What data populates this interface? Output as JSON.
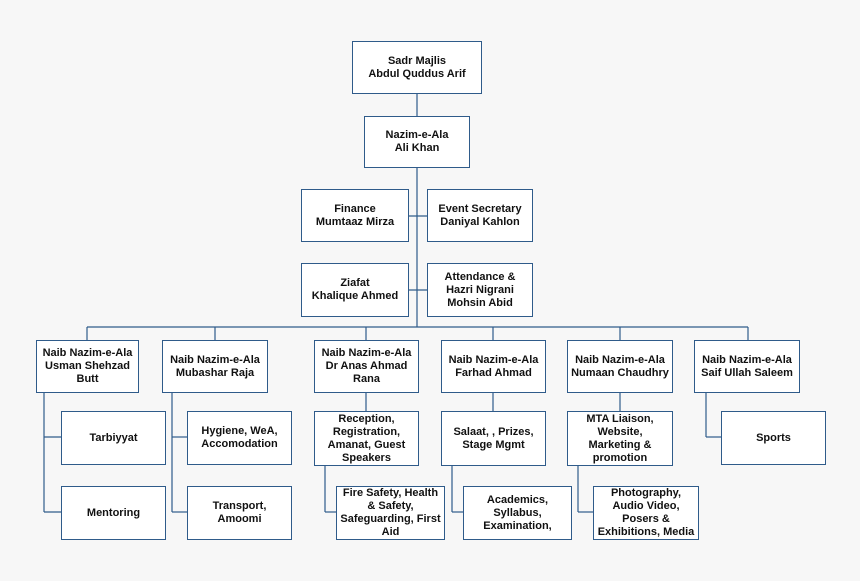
{
  "colors": {
    "line": "#2f5b8a",
    "box_border": "#2f5b8a",
    "background": "#f7f7f7"
  },
  "top": {
    "sadr": {
      "title": "Sadr Majlis",
      "name": "Abdul Quddus Arif"
    },
    "nazim": {
      "title": "Nazim-e-Ala",
      "name": "Ali Khan"
    }
  },
  "staff": {
    "finance": {
      "title": "Finance",
      "name": "Mumtaaz Mirza"
    },
    "event": {
      "title": "Event Secretary",
      "name": "Daniyal Kahlon"
    },
    "ziafat": {
      "title": "Ziafat",
      "name": "Khalique Ahmed"
    },
    "attendance": {
      "title": "Attendance & Hazri Nigrani",
      "name": "Mohsin Abid"
    }
  },
  "naibs": [
    {
      "title": "Naib Nazim-e-Ala",
      "name": "Usman Shehzad Butt",
      "departments": [
        "Tarbiyyat",
        "Mentoring"
      ]
    },
    {
      "title": "Naib Nazim-e-Ala",
      "name": "Mubashar Raja",
      "departments": [
        "Hygiene, WeA, Accomodation",
        "Transport, Amoomi"
      ]
    },
    {
      "title": "Naib Nazim-e-Ala",
      "name": "Dr Anas Ahmad Rana",
      "departments": [
        "Reception, Registration, Amanat, Guest Speakers",
        "Fire Safety, Health & Safety, Safeguarding, First Aid"
      ]
    },
    {
      "title": "Naib Nazim-e-Ala",
      "name": "Farhad Ahmad",
      "departments": [
        "Salaat, , Prizes, Stage Mgmt",
        "Academics, Syllabus, Examination,"
      ]
    },
    {
      "title": "Naib Nazim-e-Ala",
      "name": "Numaan Chaudhry",
      "departments": [
        "MTA Liaison, Website, Marketing & promotion",
        "Photography, Audio Video, Posers & Exhibitions, Media"
      ]
    },
    {
      "title": "Naib Nazim-e-Ala",
      "name": "Saif Ullah Saleem",
      "departments": [
        "Sports"
      ]
    }
  ]
}
